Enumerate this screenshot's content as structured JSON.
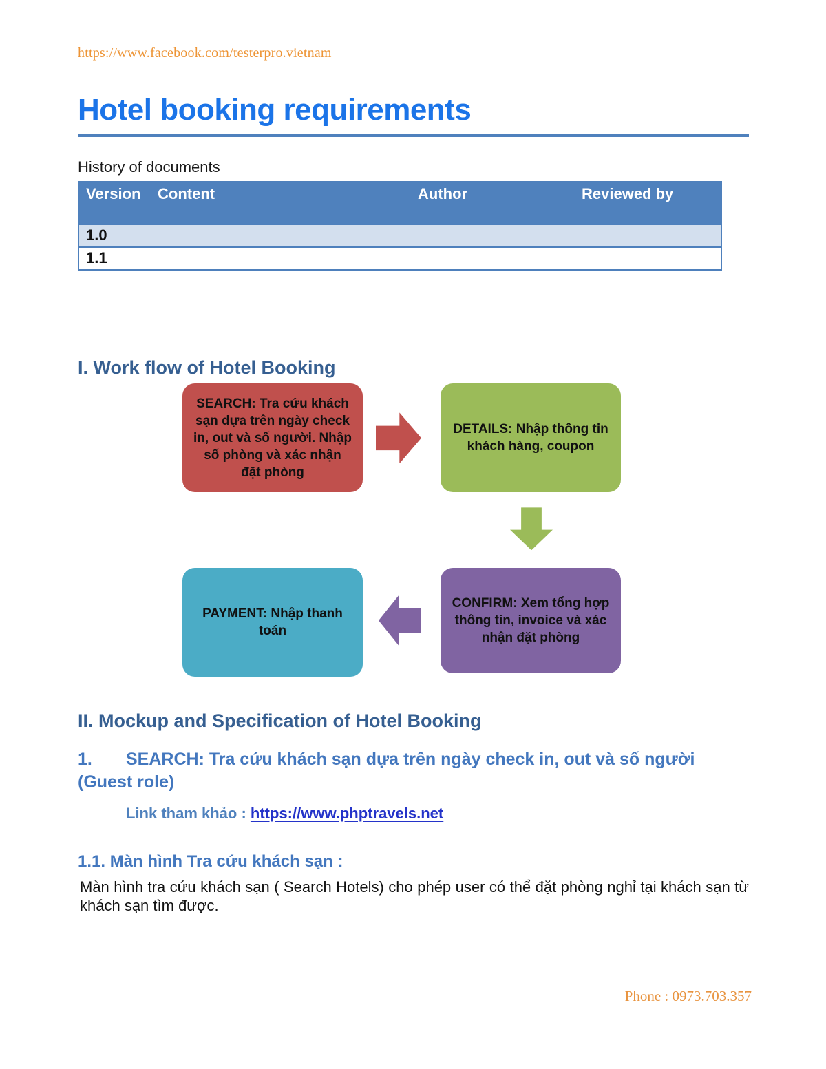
{
  "page": {
    "header_link": "https://www.facebook.com/testerpro.vietnam",
    "title": "Hotel booking requirements",
    "footer_phone": "Phone : 0973.703.357"
  },
  "history": {
    "label": "History of documents",
    "table": {
      "headers": [
        "Version",
        "Content",
        "Author",
        "Reviewed by"
      ],
      "rows": [
        {
          "version": "1.0",
          "content": "",
          "author": "",
          "reviewed_by": ""
        },
        {
          "version": "1.1",
          "content": "",
          "author": "",
          "reviewed_by": ""
        }
      ]
    }
  },
  "workflow": {
    "heading": "I. Work flow of Hotel Booking",
    "nodes": {
      "search": {
        "label": "SEARCH: Tra cứu khách sạn dựa trên ngày check in, out và số người. Nhập số phòng và xác nhận đặt phòng"
      },
      "details": {
        "label": "DETAILS: Nhập thông tin khách hàng, coupon"
      },
      "confirm": {
        "label": "CONFIRM: Xem tổng hợp thông tin, invoice và xác nhận đặt phòng"
      },
      "payment": {
        "label": "PAYMENT: Nhập thanh toán"
      }
    }
  },
  "mockup": {
    "heading": "II. Mockup and Specification of Hotel Booking",
    "item1": {
      "number": "1.",
      "heading": "SEARCH: Tra cứu khách sạn dựa trên ngày check in, out và số người (Guest role)",
      "link_label": "Link tham khảo :",
      "link_url": "https://www.phptravels.net"
    },
    "item1_1": {
      "heading": "1.1. Màn hình Tra cứu khách sạn :",
      "body": "Màn hình tra cứu khách sạn ( Search Hotels) cho phép user có thể đặt phòng nghỉ tại khách sạn từ khách sạn tìm được."
    }
  },
  "colors": {
    "accent_orange": "#ED9435",
    "title_blue": "#1B74E8",
    "rule_blue": "#4F81BD",
    "heading_dark_blue": "#365F91",
    "heading_medium_blue": "#4377BE",
    "hyperlink_blue": "#2433C9",
    "table_header_bg": "#4F81BD",
    "table_alt_row_bg": "#D3DFEE",
    "node_search_red": "#C0504D",
    "node_details_green": "#9BBB59",
    "node_confirm_purple": "#8064A2",
    "node_payment_teal": "#4BACC6"
  }
}
